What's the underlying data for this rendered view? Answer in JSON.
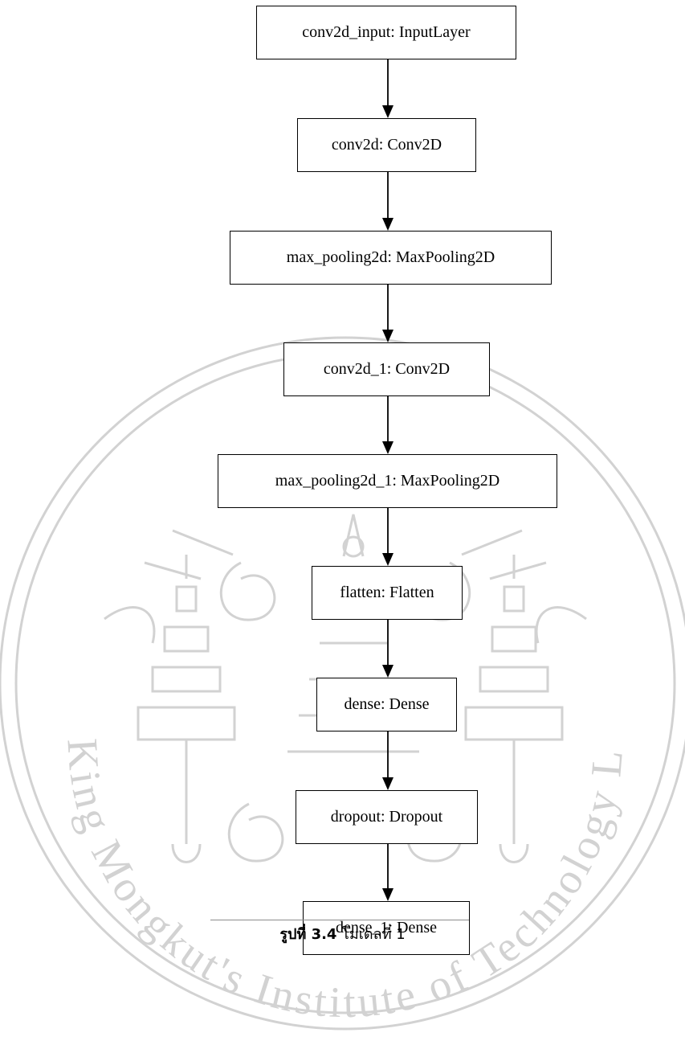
{
  "diagram": {
    "nodes": [
      {
        "id": "n0",
        "label": "conv2d_input: InputLayer"
      },
      {
        "id": "n1",
        "label": "conv2d: Conv2D"
      },
      {
        "id": "n2",
        "label": "max_pooling2d: MaxPooling2D"
      },
      {
        "id": "n3",
        "label": "conv2d_1: Conv2D"
      },
      {
        "id": "n4",
        "label": "max_pooling2d_1: MaxPooling2D"
      },
      {
        "id": "n5",
        "label": "flatten: Flatten"
      },
      {
        "id": "n6",
        "label": "dense: Dense"
      },
      {
        "id": "n7",
        "label": "dropout: Dropout"
      },
      {
        "id": "n8",
        "label": "dense_1: Dense"
      }
    ],
    "edges": [
      [
        "n0",
        "n1"
      ],
      [
        "n1",
        "n2"
      ],
      [
        "n2",
        "n3"
      ],
      [
        "n3",
        "n4"
      ],
      [
        "n4",
        "n5"
      ],
      [
        "n5",
        "n6"
      ],
      [
        "n6",
        "n7"
      ],
      [
        "n7",
        "n8"
      ]
    ]
  },
  "watermark": {
    "text": "King Mongkut's Institute of Technology Ladkrabang",
    "color": "#d2d2d2"
  },
  "caption": {
    "label": "รูปที่ 3.4",
    "text": "โมเดลที่ 1"
  }
}
